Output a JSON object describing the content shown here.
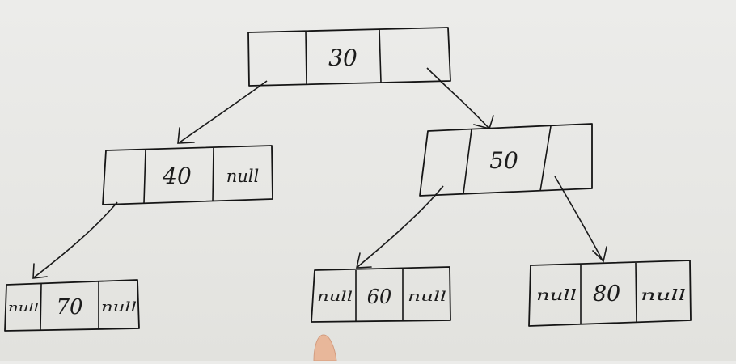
{
  "tree": {
    "nodes": [
      {
        "id": "n30",
        "left": "",
        "value": "30",
        "right": ""
      },
      {
        "id": "n40",
        "left": "",
        "value": "40",
        "right": "null"
      },
      {
        "id": "n50",
        "left": "",
        "value": "50",
        "right": ""
      },
      {
        "id": "n70",
        "left": "null",
        "value": "70",
        "right": "null"
      },
      {
        "id": "n60",
        "left": "null",
        "value": "60",
        "right": "null"
      },
      {
        "id": "n80",
        "left": "null",
        "value": "80",
        "right": "null"
      }
    ],
    "edges": [
      {
        "from": "n30",
        "to": "n40"
      },
      {
        "from": "n30",
        "to": "n50"
      },
      {
        "from": "n40",
        "to": "n70"
      },
      {
        "from": "n50",
        "to": "n60"
      },
      {
        "from": "n50",
        "to": "n80"
      }
    ]
  },
  "colors": {
    "ink": "#151515",
    "board": "#e8e8e5",
    "hand": "#e8b79a"
  }
}
